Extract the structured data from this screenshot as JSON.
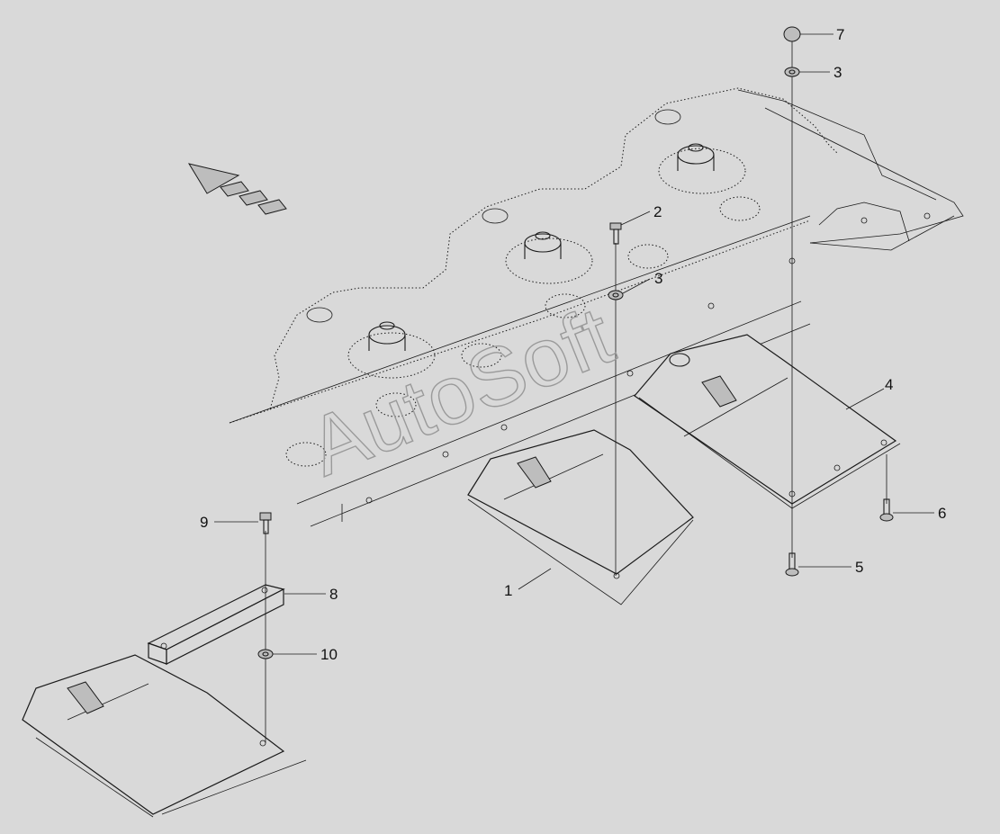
{
  "diagram": {
    "watermark": "AutoSoft",
    "direction_icon": "travel-direction-arrow-icon",
    "callouts": {
      "c1": "1",
      "c2": "2",
      "c3a": "3",
      "c3b": "3",
      "c4": "4",
      "c5": "5",
      "c6": "6",
      "c7": "7",
      "c8": "8",
      "c9": "9",
      "c10": "10"
    },
    "colors": {
      "background": "#d9d9d9",
      "line": "#1a1a1a",
      "watermark": "#9a9a9a"
    }
  }
}
